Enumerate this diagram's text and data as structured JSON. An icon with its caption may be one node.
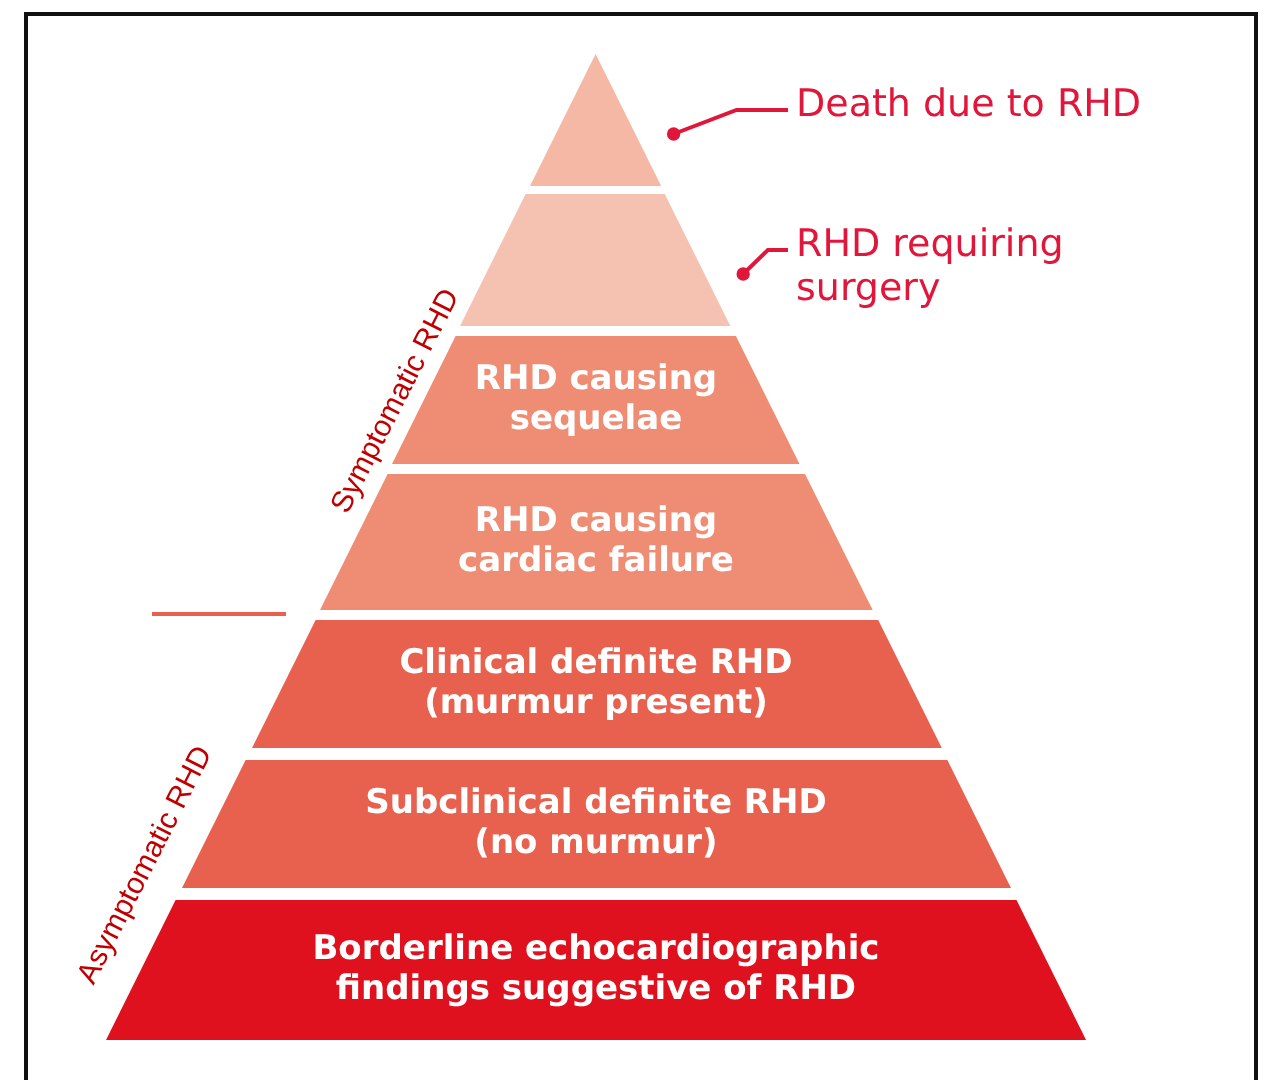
{
  "diagram": {
    "nodes": [
      {
        "text": [],
        "shape": "triangle"
      },
      {
        "text": [
          "Death due to RHD"
        ]
      },
      {
        "text": [],
        "shape": "trapezoid"
      },
      {
        "text": [
          "RHD requiring surgery"
        ]
      },
      {
        "text": [
          "RHD causing sequelae"
        ]
      },
      {
        "text": [
          "RHD causing cardiac failure"
        ]
      },
      {
        "text": [
          "Clinical definite RHD (murmur present)"
        ]
      },
      {
        "text": [
          "Subclinical definite RHD (no murmur)"
        ]
      },
      {
        "text": [
          "Borderline echocardiographic findings suggestive of RHD"
        ]
      }
    ],
    "edges": [
      {
        "from": 1,
        "to": 0,
        "arrow": "other"
      },
      {
        "from": 3,
        "to": 2,
        "arrow": "other"
      }
    ],
    "labels": [
      "Symptomatic RHD",
      "Asymptomatic RHD"
    ]
  }
}
